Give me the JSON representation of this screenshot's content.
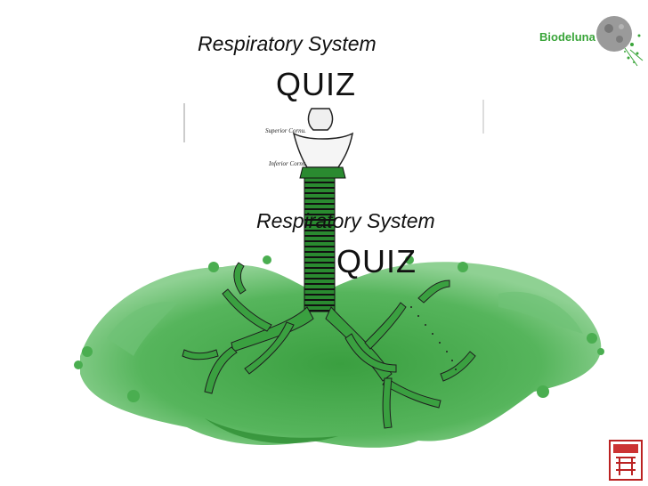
{
  "slide": {
    "title_top": "Respiratory System",
    "quiz_top": "QUIZ",
    "title_mid": "Respiratory System",
    "quiz_mid": "QUIZ"
  },
  "logo": {
    "text": "Biodeluna"
  },
  "diagram": {
    "labels": [
      "Superior Cornu.",
      "Inferior Cornu."
    ],
    "colors": {
      "tree": "#2f9a35",
      "foliage": "#3da544",
      "foliage_light": "#6fc276",
      "dark": "#1c1c1c"
    }
  }
}
